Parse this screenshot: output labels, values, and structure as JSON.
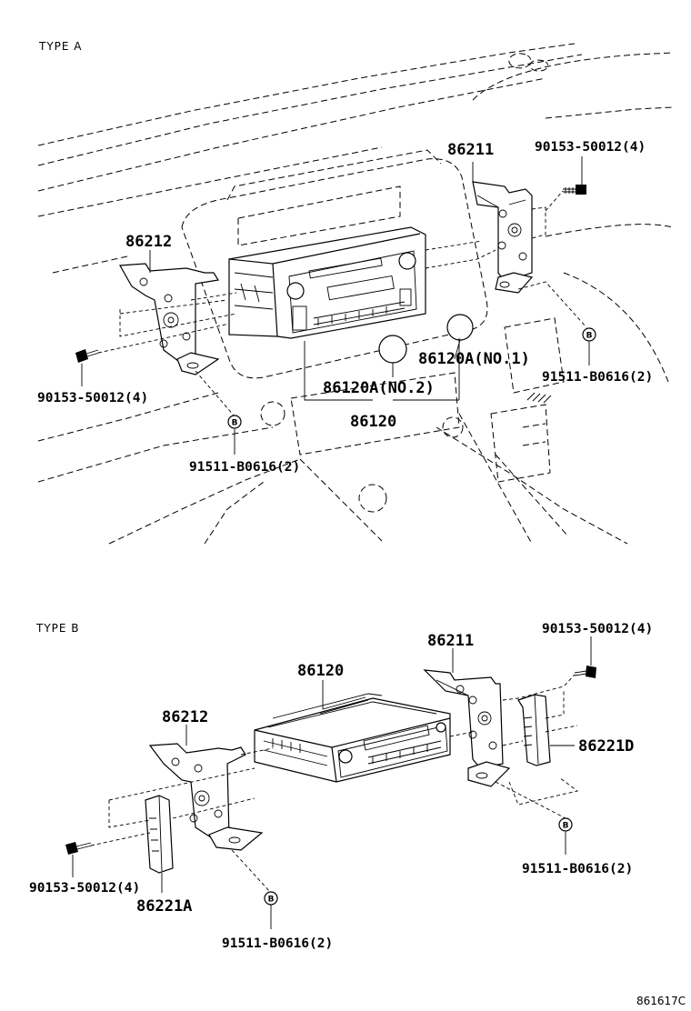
{
  "type_a": {
    "title": "TYPE A",
    "labels": {
      "p86211": "86211",
      "screw_right": "90153-50012(4)",
      "p86212": "86212",
      "screw_left": "90153-50012(4)",
      "knob_no1": "86120A(NO.1)",
      "knob_no2": "86120A(NO.2)",
      "bolt_right": "91511-B0616(2)",
      "p86120": "86120",
      "bolt_bottom": "91511-B0616(2)"
    },
    "bolt_marker": "B"
  },
  "type_b": {
    "title": "TYPE B",
    "labels": {
      "p86211": "86211",
      "screw_right": "90153-50012(4)",
      "p86120": "86120",
      "p86212": "86212",
      "p86221d": "86221D",
      "bolt_right": "91511-B0616(2)",
      "screw_left": "90153-50012(4)",
      "p86221a": "86221A",
      "bolt_bottom": "91511-B0616(2)"
    },
    "bolt_marker": "B"
  },
  "figure_code": "861617C"
}
